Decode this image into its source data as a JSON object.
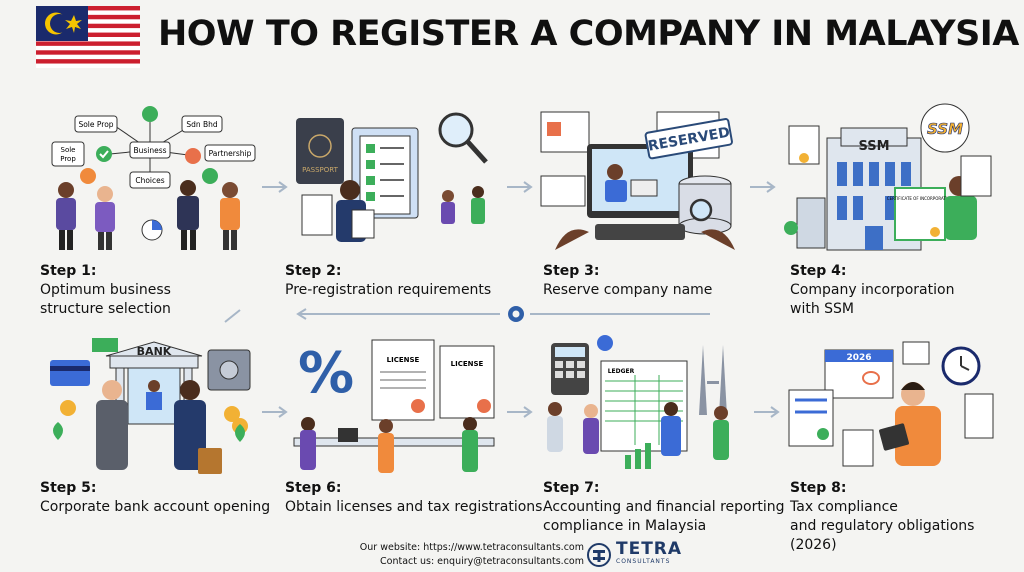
{
  "header": {
    "title": "HOW TO REGISTER A COMPANY IN MALAYSIA",
    "flag_colors": {
      "red": "#cc1f2f",
      "blue": "#1a2a6c",
      "yellow": "#f5c400"
    }
  },
  "steps": [
    {
      "num": "Step 1:",
      "line1": "Optimum business",
      "line2": "structure selection",
      "labels": [
        "Sole Prop",
        "Sole Prop",
        "Business",
        "Choices",
        "Sdn Bhd",
        "Partnership"
      ]
    },
    {
      "num": "Step 2:",
      "line1": "Pre-registration requirements",
      "line2": "",
      "labels": [
        "PASSPORT"
      ]
    },
    {
      "num": "Step 3:",
      "line1": "Reserve company name",
      "line2": "",
      "labels": [
        "RESERVED"
      ]
    },
    {
      "num": "Step 4:",
      "line1": "Company incorporation",
      "line2": "with SSM",
      "labels": [
        "SSM",
        "SSM",
        "CERTIFICATE OF INCORPORATION"
      ]
    },
    {
      "num": "Step 5:",
      "line1": "Corporate bank account opening",
      "line2": "",
      "labels": [
        "BANK"
      ]
    },
    {
      "num": "Step 6:",
      "line1": "Obtain licenses and tax registrations",
      "line2": "",
      "labels": [
        "%",
        "LICENSE",
        "LICENSE"
      ]
    },
    {
      "num": "Step 7:",
      "line1": "Accounting and financial reporting",
      "line2": "compliance in Malaysia",
      "labels": [
        "LEDGER"
      ]
    },
    {
      "num": "Step 8:",
      "line1": "Tax compliance",
      "line2": "and regulatory obligations (2026)",
      "labels": [
        "2026"
      ]
    }
  ],
  "footer": {
    "website": "Our website: https://www.tetraconsultants.com",
    "contact": "Contact us: enquiry@tetraconsultants.com",
    "brand": "TETRA",
    "brand_sub": "CONSULTANTS"
  }
}
